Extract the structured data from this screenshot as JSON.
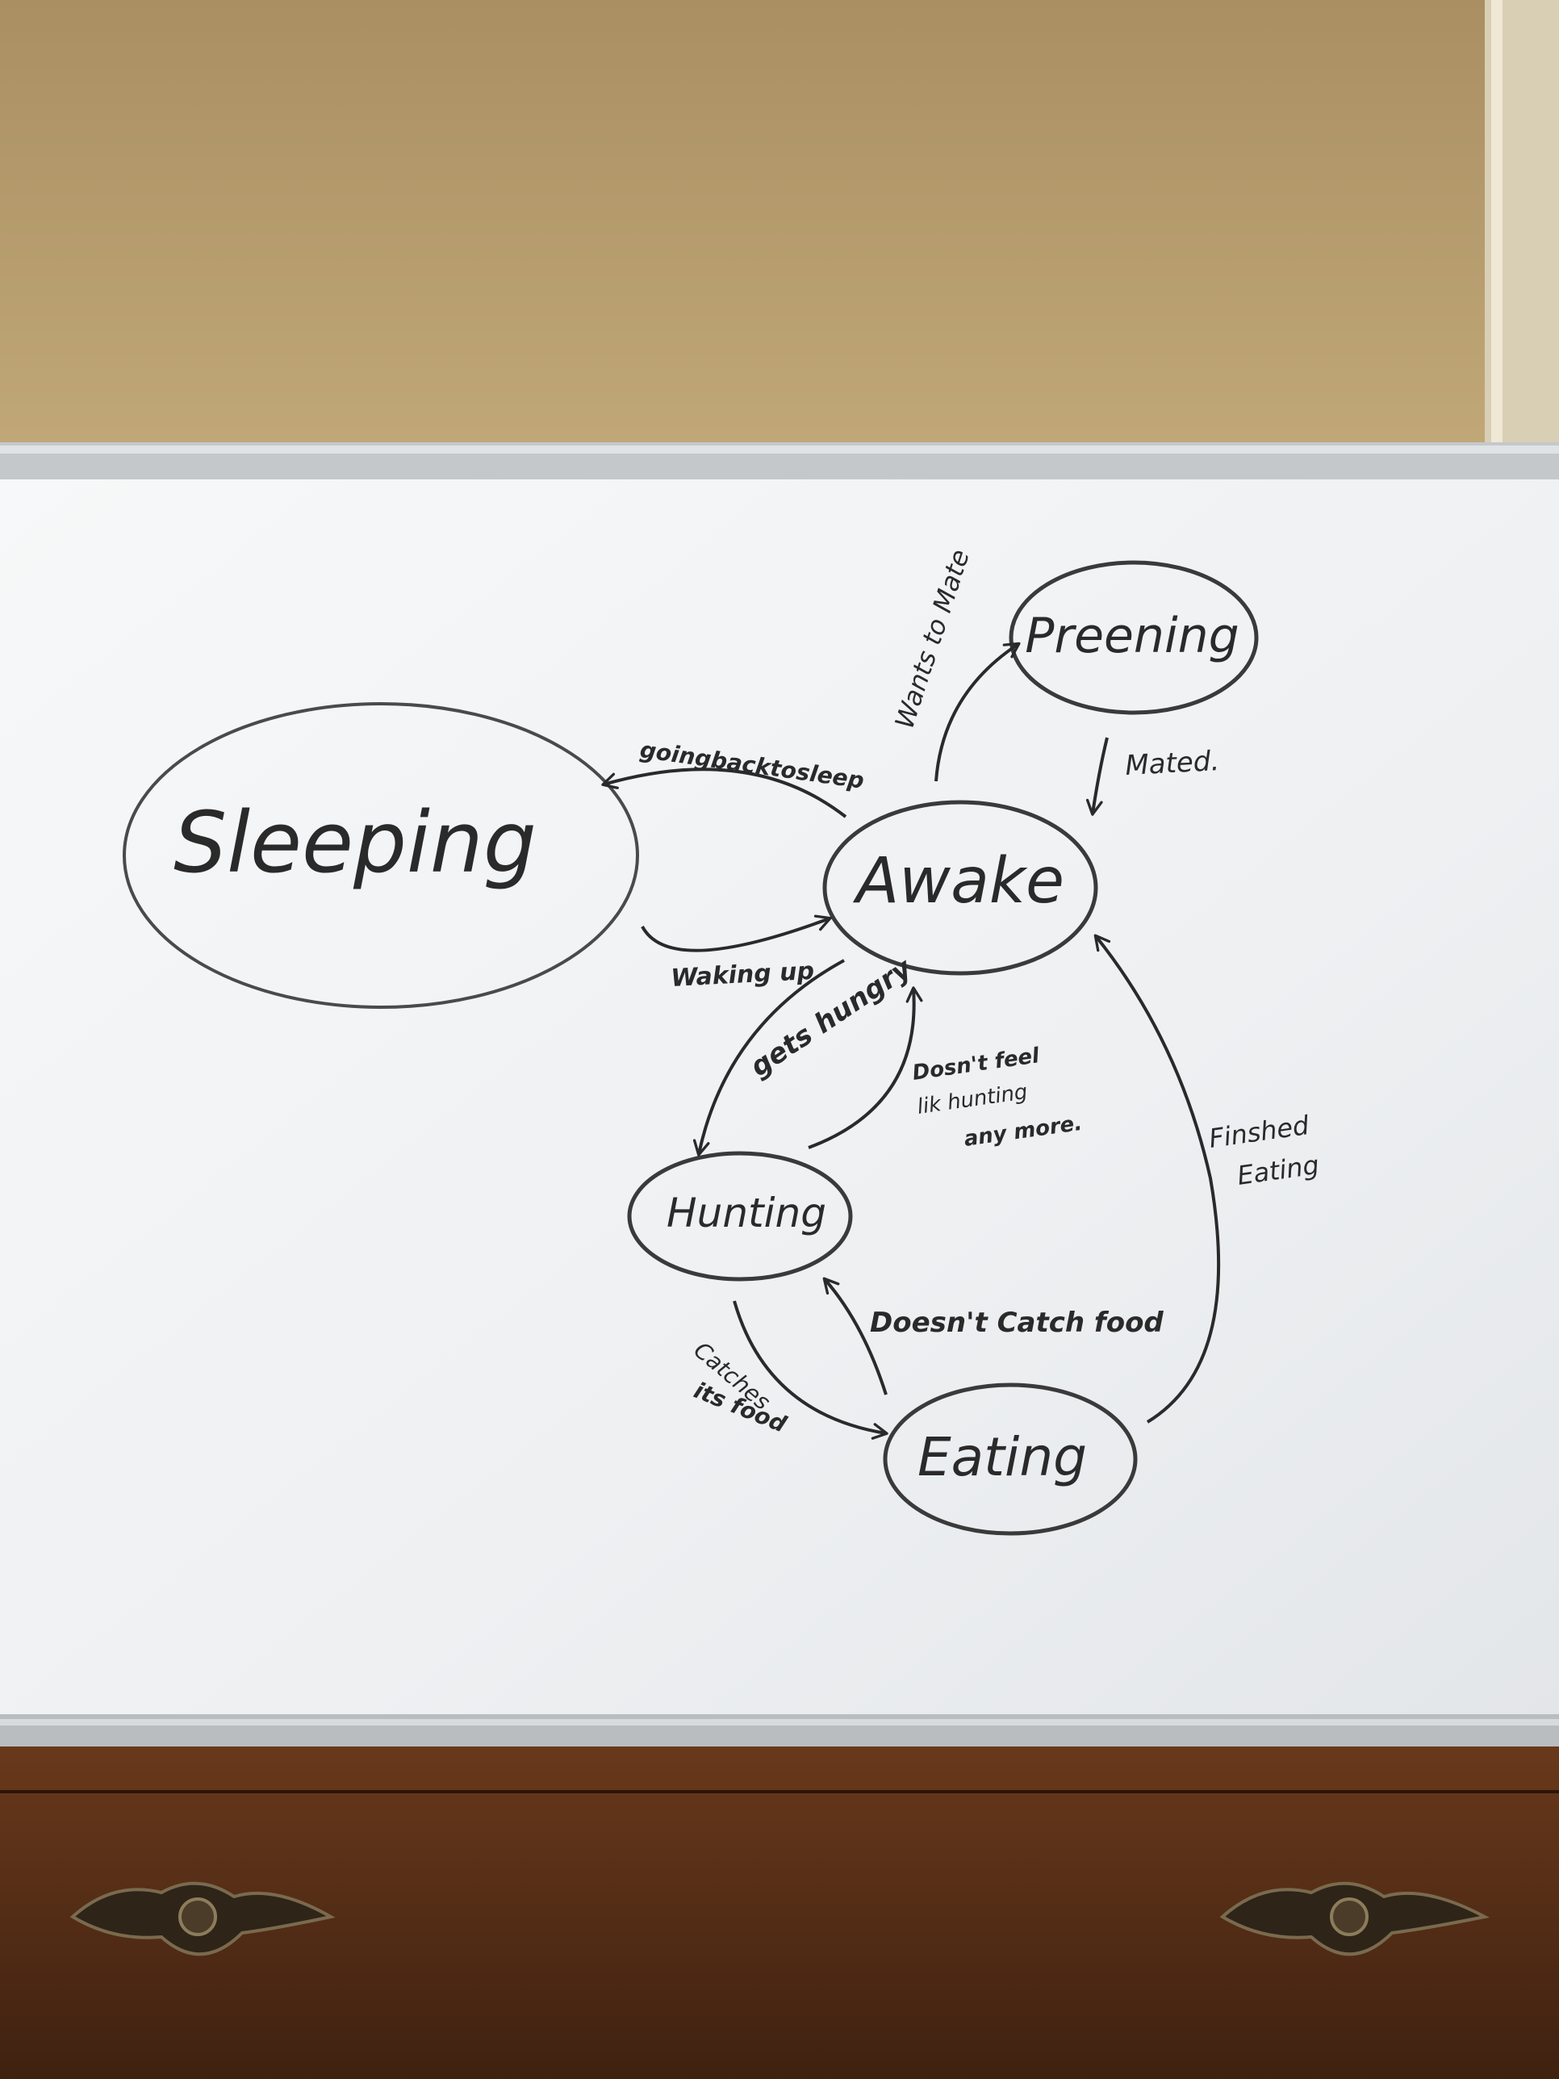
{
  "diagram": {
    "states": {
      "sleeping": "Sleeping",
      "awake": "Awake",
      "preening": "Preening",
      "hunting": "Hunting",
      "eating": "Eating"
    },
    "transitions": {
      "going_back_to_sleep": "goingbacktosleep",
      "waking_up": "Waking up",
      "wants_to_mate": "Wants to Mate",
      "mated": "Mated.",
      "gets_hungry": "gets hungry",
      "doesnt_feel_like_hunting_1": "Dosn't feel",
      "doesnt_feel_like_hunting_2": "lik hunting",
      "doesnt_feel_like_hunting_3": "any more.",
      "finished_eating_1": "Finshed",
      "finished_eating_2": "Eating",
      "doesnt_catch_food": "Doesn't Catch food",
      "catches_its_food_1": "Catches",
      "catches_its_food_2": "its food"
    }
  },
  "colors": {
    "wall": "#b29a6e",
    "whiteboard": "#f4f6f7",
    "frame": "#c9ccce",
    "ink": "#2a2a2a",
    "dresser": "#5a3118"
  }
}
